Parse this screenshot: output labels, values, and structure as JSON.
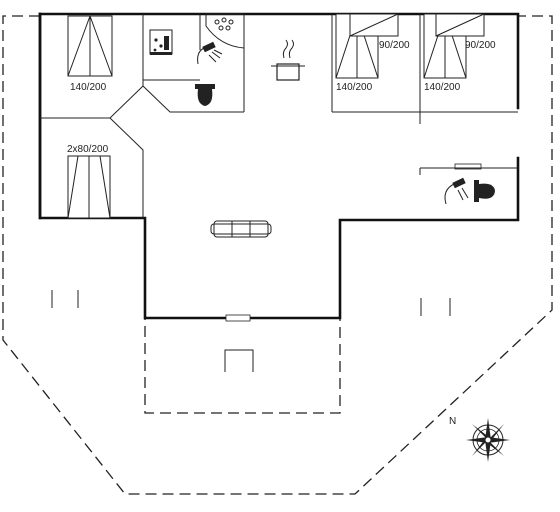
{
  "rooms": {
    "bed_master": "140/200",
    "bed_bunk_left": "90/200",
    "bed_double_left": "140/200",
    "bed_bunk_right": "90/200",
    "bed_double_right": "140/200",
    "bed_twin": "2x80/200"
  },
  "compass": {
    "north_label": "N"
  }
}
